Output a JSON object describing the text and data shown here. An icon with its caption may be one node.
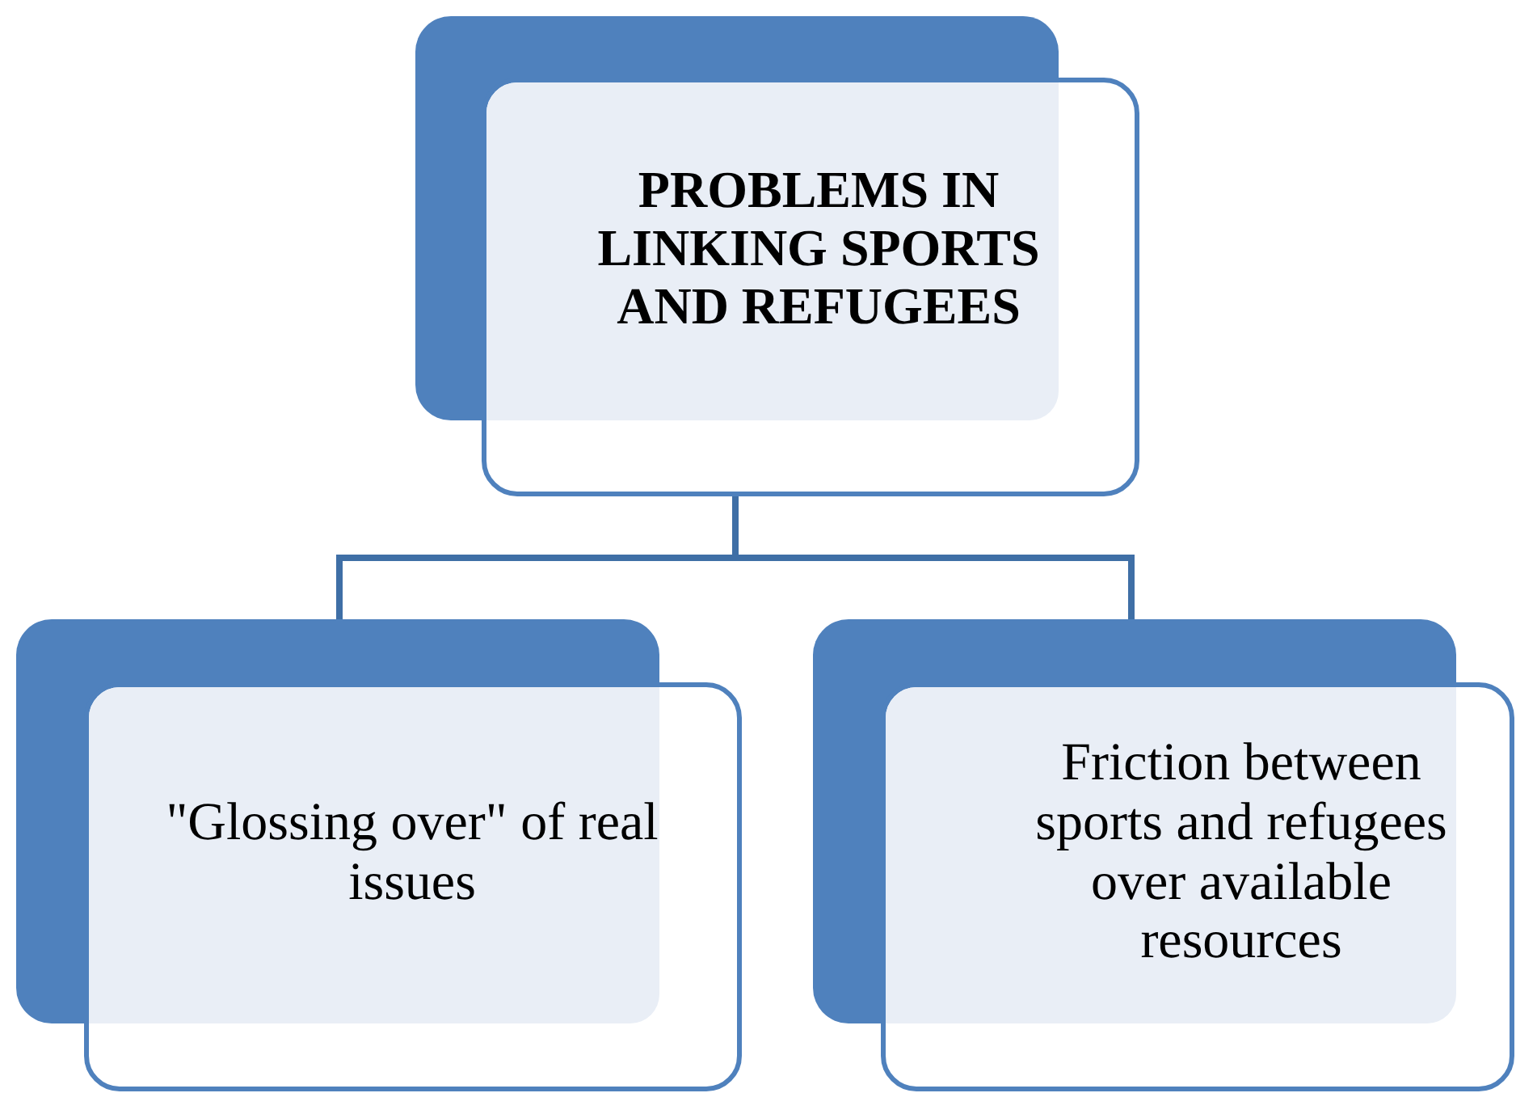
{
  "diagram": {
    "nodes": [
      {
        "text": [
          "PROBLEMS IN LINKING SPORTS AND REFUGEES"
        ]
      },
      {
        "text": [
          "\"Glossing over\" of real issues"
        ]
      },
      {
        "text": [
          "Friction between sports and refugees over available resources"
        ]
      }
    ],
    "edges": [
      {
        "from": 0,
        "to": 1,
        "arrow": "none"
      },
      {
        "from": 0,
        "to": 2,
        "arrow": "none"
      }
    ]
  }
}
